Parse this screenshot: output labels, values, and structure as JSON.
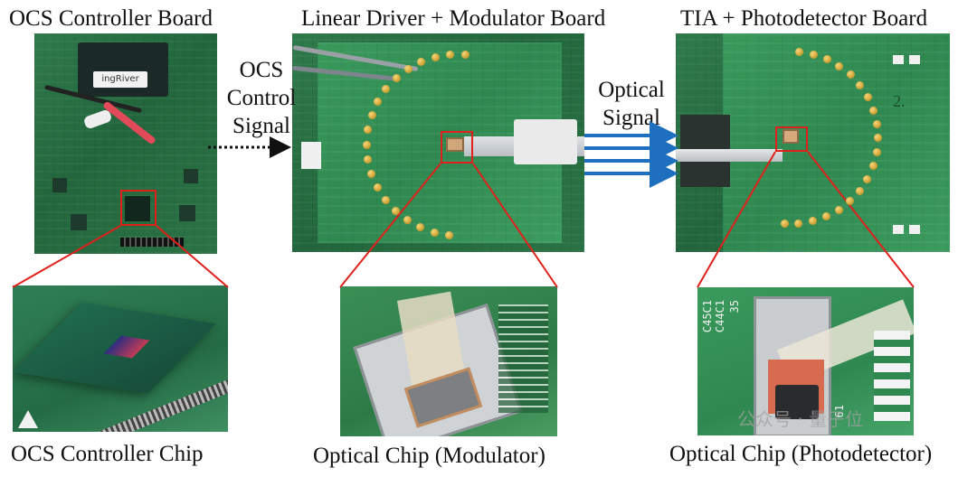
{
  "boards": {
    "controller": {
      "title": "OCS Controller Board",
      "sticker": "ingRiver",
      "chip_caption": "OCS Controller Chip"
    },
    "modulator": {
      "title": "Linear Driver + Modulator Board",
      "chip_caption": "Optical Chip (Modulator)"
    },
    "photodetector": {
      "title": "TIA + Photodetector Board",
      "chip_caption": "Optical Chip (Photodetector)",
      "board_marking": "2."
    }
  },
  "links": {
    "control": {
      "lines": [
        "OCS",
        "Control",
        "Signal"
      ]
    },
    "optical": {
      "lines": [
        "Optical",
        "Signal"
      ]
    }
  },
  "closeups": {
    "photodetector_marks": [
      "C45C1",
      "C44C1",
      "35",
      "61"
    ]
  },
  "watermark": "公众号 · 量子位",
  "colors": {
    "highlight": "#e0201b",
    "optical_arrow": "#1f6fc0",
    "control_arrow": "#111111"
  }
}
